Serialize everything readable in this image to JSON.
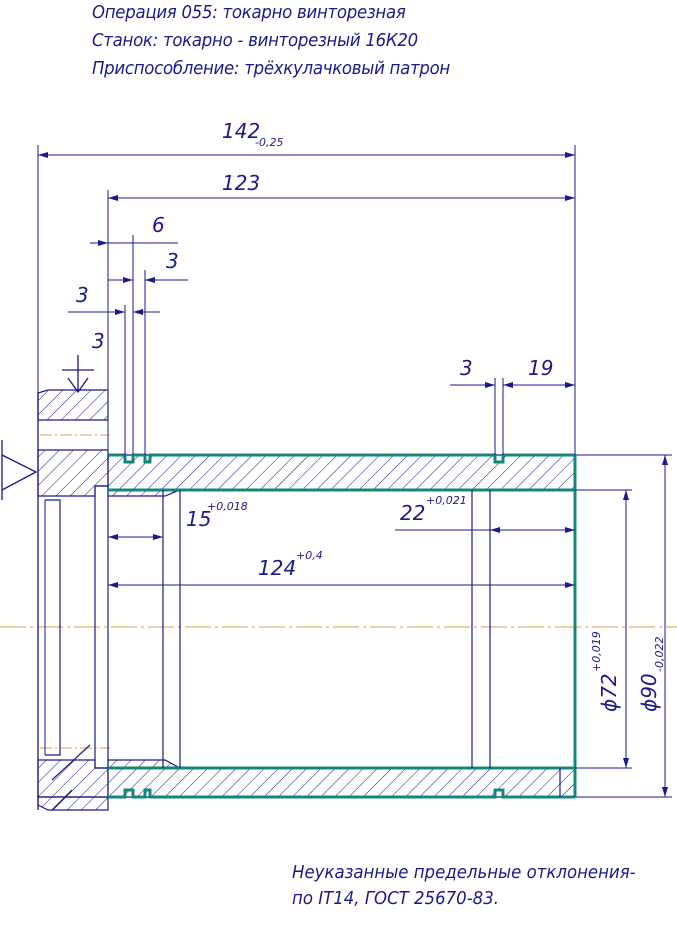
{
  "header": {
    "operation": "Операция 055: токарно винторезная",
    "machine": "Станок: токарно - винторезный 16К20",
    "fixture": "Приспособление: трёхкулачковый патрон"
  },
  "dimensions": {
    "overall_length": "142",
    "overall_tol": "-0,25",
    "length_123": "123",
    "width_6": "6",
    "width_3_upper": "3",
    "width_3_left": "3",
    "width_3_small": "3",
    "groove_right_3": "3",
    "groove_right_19": "19",
    "bore_15": "15",
    "bore_15_tol": "+0,018",
    "bore_22": "22",
    "bore_22_tol": "+0,021",
    "length_124": "124",
    "length_124_tol": "+0,4",
    "dia_72": "ϕ72",
    "dia_72_tol": "+0,019",
    "dia_90": "ϕ90",
    "dia_90_tol": "-0,022"
  },
  "notes": {
    "line1": "Неуказанные предельные отклонения-",
    "line2": "по IT14, ГОСТ 25670-83."
  },
  "colors": {
    "ink": "#1a1a8c",
    "machined": "#13877a",
    "axis": "#e0a040"
  }
}
